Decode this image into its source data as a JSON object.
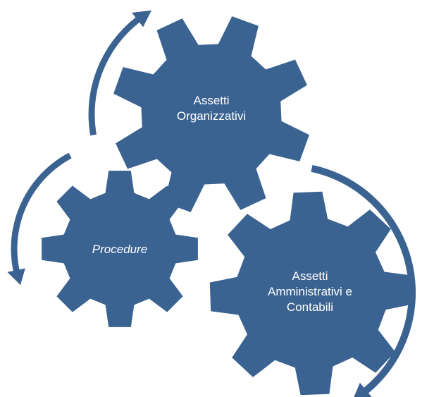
{
  "diagram": {
    "gears": [
      {
        "id": "organizzativi",
        "label": "Assetti\nOrganizzativi",
        "italic": false
      },
      {
        "id": "procedure",
        "label": "Procedure",
        "italic": true
      },
      {
        "id": "amministrativi",
        "label": "Assetti\nAmministrativi e\nContabili",
        "italic": false
      }
    ]
  },
  "colors": {
    "gear_fill": "#3b6392",
    "arrow_fill": "#3b6392",
    "label_text": "#ffffff"
  }
}
